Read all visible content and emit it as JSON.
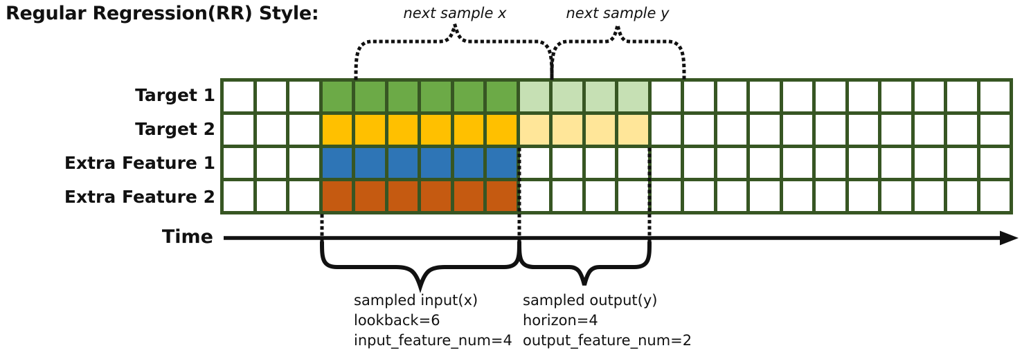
{
  "title": "Regular Regression(RR) Style:",
  "top_annotations": {
    "next_sample_x": "next sample x",
    "next_sample_y": "next sample y"
  },
  "grid": {
    "columns": 24,
    "lead_cols": 3,
    "input_cols": 6,
    "output_cols": 4,
    "border_color": "#375623",
    "empty_cell_color": "#ffffff",
    "rows": [
      {
        "label": "Target 1",
        "input_color": "#6CAA47",
        "output_color": "#C6E0B4"
      },
      {
        "label": "Target 2",
        "input_color": "#FFC000",
        "output_color": "#FFE699"
      },
      {
        "label": "Extra Feature 1",
        "input_color": "#2E75B6",
        "output_color": null
      },
      {
        "label": "Extra Feature 2",
        "input_color": "#C55A11",
        "output_color": null
      }
    ]
  },
  "time_axis": {
    "label": "Time"
  },
  "sampled_input": {
    "title": "sampled input(x)",
    "lookback": "lookback=6",
    "feature_num": "input_feature_num=4"
  },
  "sampled_output": {
    "title": "sampled output(y)",
    "horizon": "horizon=4",
    "feature_num": "output_feature_num=2"
  }
}
